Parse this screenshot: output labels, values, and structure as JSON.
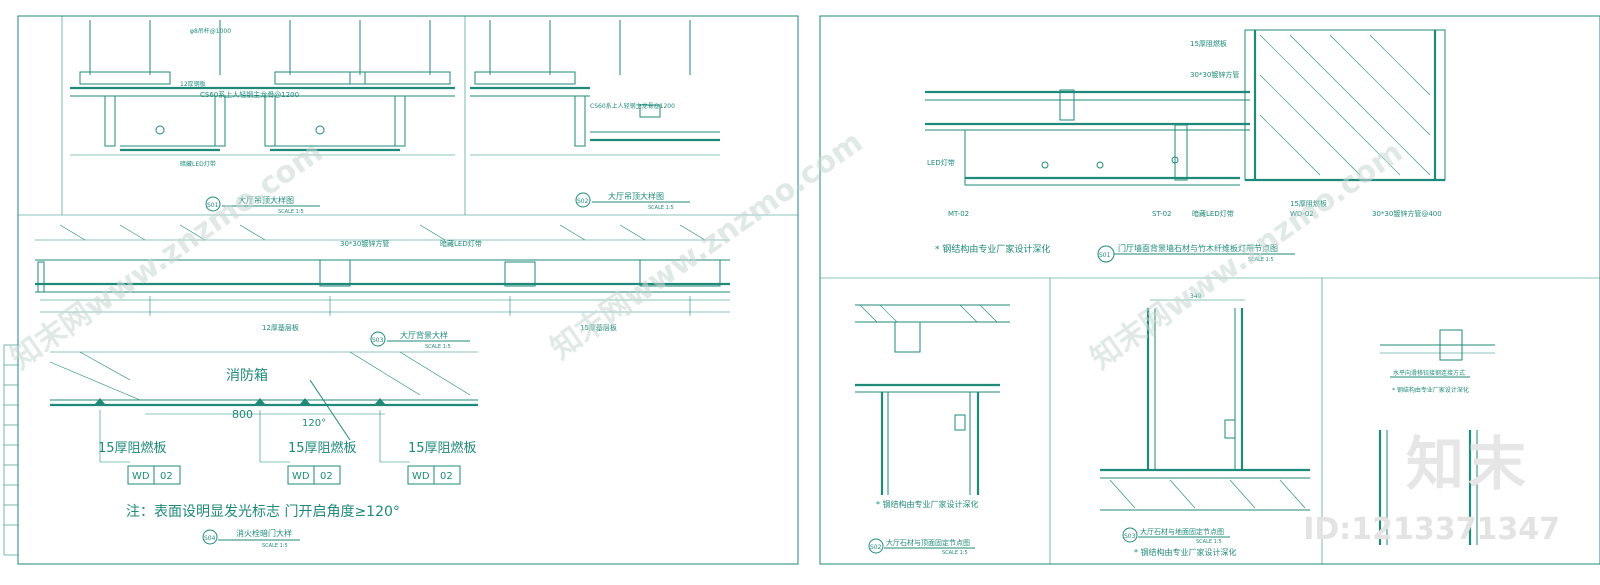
{
  "labels": {
    "d1_title": "大厅吊顶大样图",
    "d1_code": "S01",
    "d1_note_a": "CS60系上人轻钢主龙骨@1200",
    "d1_note_b": "12厚钢板",
    "d1_note_c": "φ8吊杆@1000",
    "d1_note_d": "暗藏LED灯带",
    "d2_code": "S02",
    "d2_title": "大厅吊顶大样图",
    "d2_note": "CS60系上人轻钢主龙骨@1200",
    "d3_code": "S03",
    "d3_title": "大厅背景大样",
    "d3_note_a": "30*30镀锌方管",
    "d3_note_b": "12厚基层板",
    "d3_note_c": "15厚基层板",
    "d3_note_d": "暗藏LED灯带",
    "d4_box": "消防箱",
    "d4_width": "800",
    "d4_board": "15厚阻燃板",
    "d4_tag_a": "WD",
    "d4_tag_b": "02",
    "d4_remark": "注：表面设明显发光标志 门开启角度≥120°",
    "d4_angle": "120°",
    "d4_code": "S04",
    "d4_title": "消火栓暗门大样",
    "r1_title": "门厅墙面背景墙石材与竹木纤维板灯带节点图",
    "r1_code": "S01",
    "r1_steel_note": "* 钢结构由专业厂家设计深化",
    "r1_board": "15厚阻燃板",
    "r1_tube": "30*30镀锌方管",
    "r1_tube2": "30*30镀锌方管@400",
    "r1_led": "LED灯带",
    "r1_mt": "MT-02",
    "r1_st": "ST-02",
    "r1_led2": "暗藏LED灯带",
    "r1_wd": "WD-02",
    "r2_code": "S02",
    "r2_title": "大厅石材与顶面固定节点图",
    "r2_note": "* 钢结构由专业厂家设计深化",
    "r3_code": "S03",
    "r3_title": "大厅石材与地面固定节点图",
    "r3_note": "* 钢结构由专业厂家设计深化",
    "r3_dim": "349",
    "r4_title": "水平向滑移铰接钢连接方式",
    "r4_note": "* 钢结构由专业厂家设计深化",
    "scale": "SCALE 1:5",
    "watermark": "知末网www.znzmo.com",
    "brand": "知末",
    "brand_id": "ID:1213371347"
  }
}
